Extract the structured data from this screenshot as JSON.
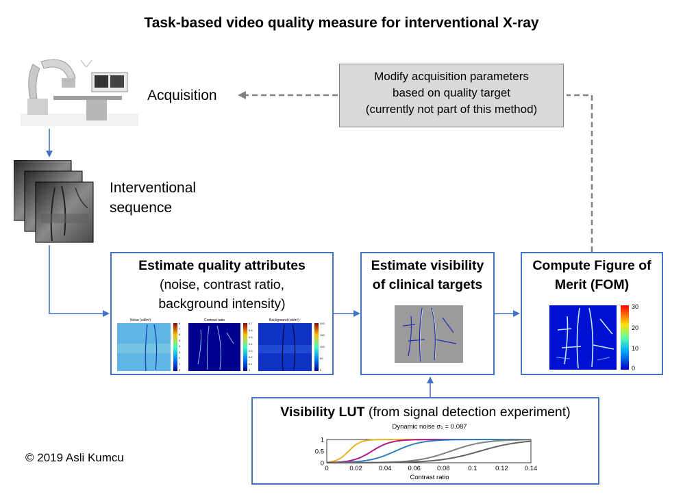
{
  "title": "Task-based video quality measure for interventional X-ray",
  "acquisition_label": "Acquisition",
  "sequence_label_line1": "Interventional",
  "sequence_label_line2": "sequence",
  "modify_box": {
    "line1": "Modify acquisition parameters",
    "line2": "based on quality target",
    "line3": "(currently not part of this method)"
  },
  "estimate_quality": {
    "title": "Estimate quality attributes",
    "line2": "(noise, contrast ratio,",
    "line3": "background intensity)",
    "panel_titles": [
      "Noise (cd/m²)",
      "Contrast ratio",
      "Background (cd/m²)"
    ],
    "colorbar_ticks": [
      [
        "8",
        "7",
        "6",
        "5",
        "4",
        "3",
        "2",
        "1",
        "0"
      ],
      [
        "0.7",
        "0.6",
        "0.5",
        "0.4",
        "0.3",
        "0.2",
        "0.1",
        "0"
      ],
      [
        "200",
        "150",
        "100",
        "50",
        "0"
      ]
    ]
  },
  "estimate_visibility": {
    "line1": "Estimate visibility",
    "line2": "of clinical targets"
  },
  "fom": {
    "line1": "Compute Figure of",
    "line2": "Merit (FOM)",
    "colorbar_ticks": [
      "30",
      "20",
      "10",
      "0"
    ]
  },
  "lut": {
    "title_bold": "Visibility LUT",
    "title_rest": " (from signal detection experiment)",
    "plot_title": "Dynamic noise σ₂ = 0.087",
    "y_ticks": [
      "1",
      "0.5",
      "0"
    ],
    "x_ticks": [
      "0",
      "0.02",
      "0.04",
      "0.06",
      "0.08",
      "0.1",
      "0.12",
      "0.14"
    ],
    "xlabel": "Contrast ratio",
    "curve_colors": [
      "#edb120",
      "#b5178a",
      "#2c7fb8",
      "#7f7f7f",
      "#606060"
    ],
    "curve_midpoints": [
      0.015,
      0.031,
      0.047,
      0.085,
      0.105
    ]
  },
  "copyright": "© 2019 Asli Kumcu",
  "colors": {
    "arrow": "#4472c4",
    "box_border": "#4472c4",
    "dashed": "#808080",
    "gray_box_fill": "#d9d9d9"
  }
}
